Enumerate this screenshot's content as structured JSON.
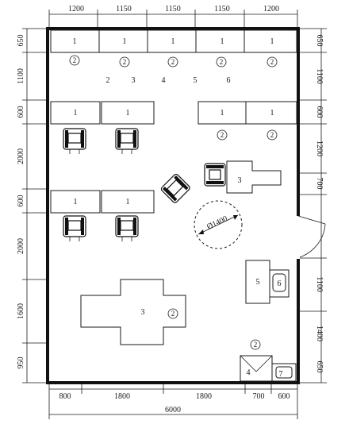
{
  "dimensions": {
    "top": [
      "1200",
      "1150",
      "1150",
      "1150",
      "1200"
    ],
    "bottom": [
      "800",
      "1800",
      "1800",
      "700",
      "600"
    ],
    "total": "6000",
    "left": [
      "650",
      "1100",
      "600",
      "2000",
      "600",
      "2000",
      "1600",
      "950"
    ],
    "right": [
      "650",
      "1100",
      "600",
      "1200",
      "700",
      "1100",
      "1400",
      "650"
    ],
    "diameter": "Ø1400"
  },
  "labels": {
    "workbench": "1",
    "circle": "2",
    "num2": "2",
    "num3": "3",
    "num4": "4",
    "num5": "5",
    "num6": "6",
    "table3": "3",
    "cabinet5": "5",
    "sink6": "6",
    "cab4": "4",
    "sink7": "7"
  }
}
